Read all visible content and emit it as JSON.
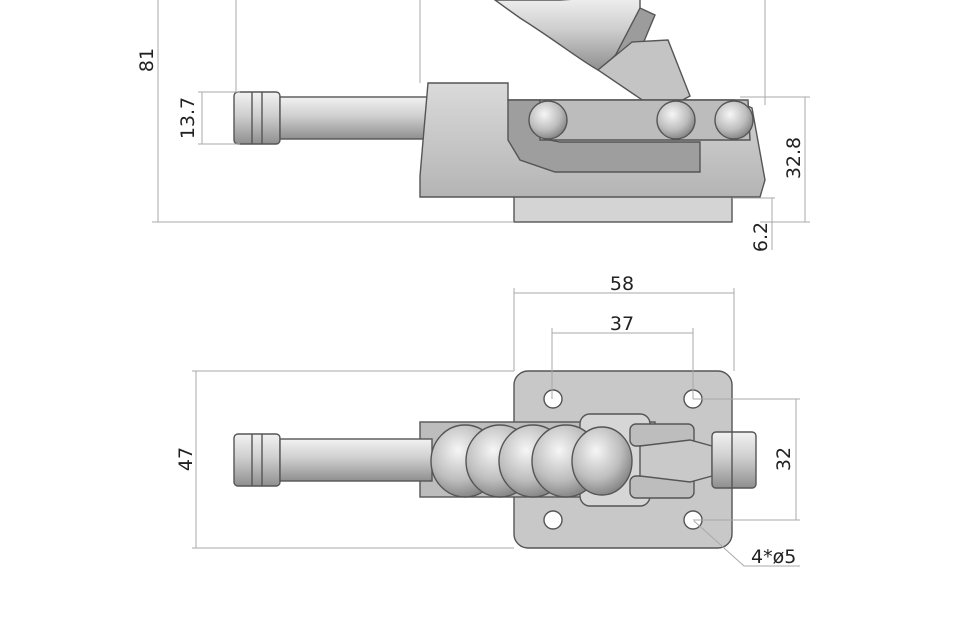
{
  "dimensions": {
    "overall_height": "81",
    "knob_dia_side": "13.7",
    "body_height": "32.8",
    "base_thickness": "6.2",
    "base_length": "58",
    "hole_spacing_x": "37",
    "base_width": "47",
    "hole_spacing_y": "32",
    "holes": "4*ø5"
  },
  "colors": {
    "part_fill": "#c9c9c9",
    "part_dark": "#9e9e9e",
    "outline": "#555555",
    "dimension_line": "#a9a9a9",
    "text": "#222222"
  }
}
